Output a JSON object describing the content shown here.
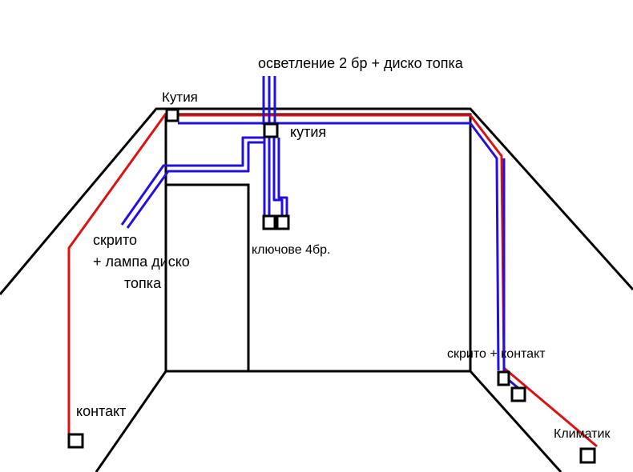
{
  "labels": {
    "lighting": "осветление 2 бр + диско топка",
    "box_left": "Кутия",
    "box_center": "кутия",
    "hidden_lamp_1": "скрито",
    "hidden_lamp_2": "+ лампа диско",
    "hidden_lamp_3": "топка",
    "switches": "ключове 4бр.",
    "outlet_left": "контакт",
    "hidden_outlet": "скрито + контакт",
    "ac": "Климатик"
  },
  "colors": {
    "wall": "#000000",
    "red_wire": "#dd1111",
    "blue_wire": "#2211dd",
    "background": "#ffffff"
  }
}
